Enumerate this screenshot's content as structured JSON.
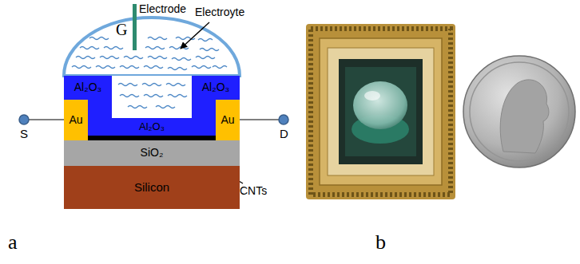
{
  "diagram": {
    "nodes": [
      {
        "text": [
          "Al₂O₃"
        ]
      },
      {
        "text": [
          "Al₂O₃"
        ]
      },
      {
        "text": [
          "Au"
        ]
      },
      {
        "text": [
          "Au"
        ]
      },
      {
        "text": [
          "Al₂O₃"
        ]
      },
      {
        "text": [
          "SiO₂"
        ]
      },
      {
        "text": [
          "Silicon"
        ]
      }
    ],
    "labels": [
      "G",
      "Electrode",
      "Electroyte",
      "S",
      "D",
      "CNTs",
      "a",
      "b"
    ]
  }
}
